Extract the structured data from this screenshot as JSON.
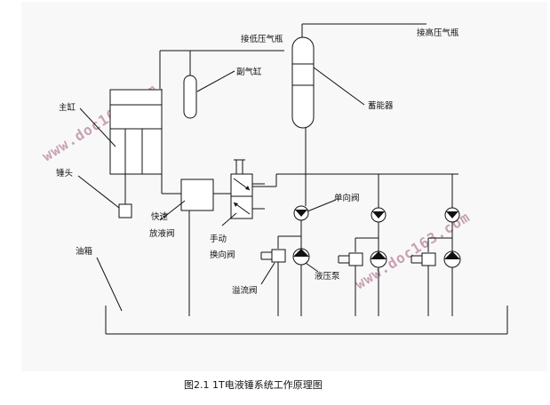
{
  "labels": {
    "low_pressure_bottle": "接低压气瓶",
    "high_pressure_bottle": "接高压气瓶",
    "secondary_cylinder": "副气缸",
    "accumulator": "蓄能器",
    "main_cylinder": "主缸",
    "hammer_head": "锤头",
    "check_valve": "单向阀",
    "fast_discharge_1": "快速",
    "fast_discharge_2": "放液阀",
    "manual_1": "手动",
    "manual_2": "换向阀",
    "oil_tank": "油箱",
    "relief_valve": "溢流阀",
    "pump": "液压泵"
  },
  "watermark": "www.doc163.com",
  "caption": "图2.1 1T电液锤系统工作原理图"
}
